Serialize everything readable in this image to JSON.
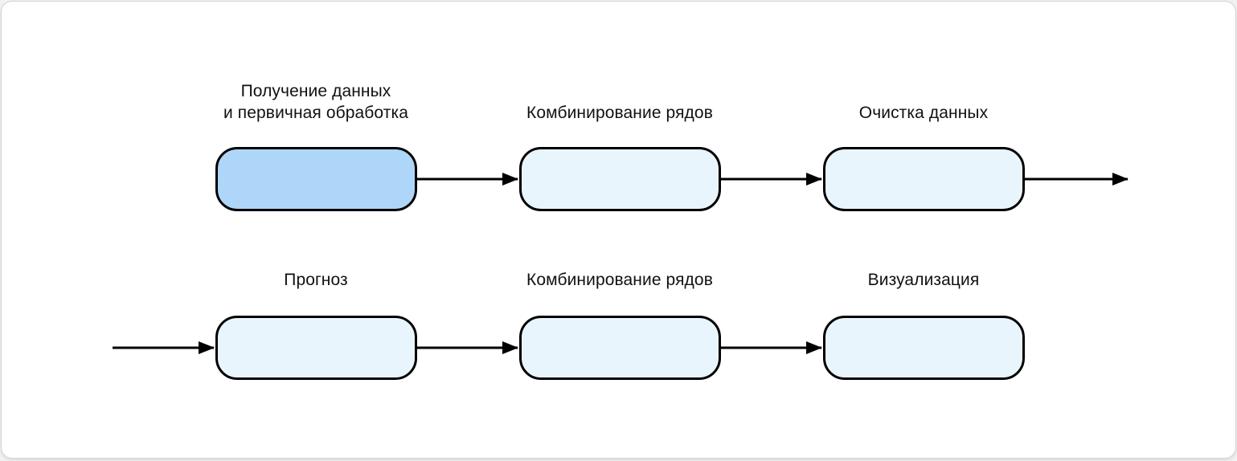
{
  "window": {
    "background": "#f2f2f2",
    "card_background": "#ffffff"
  },
  "diagram": {
    "colors": {
      "node_stroke": "#000000",
      "node_fill_highlight": "#aed6f8",
      "node_fill_default": "#e9f5fc",
      "arrow": "#000000",
      "label_text": "#111111"
    },
    "rows": [
      {
        "leading_arrow": false,
        "trailing_arrow": true,
        "nodes": [
          {
            "label": "Получение данных\nи первичная обработка",
            "highlighted": true
          },
          {
            "label": "Комбинирование рядов",
            "highlighted": false
          },
          {
            "label": "Очистка данных",
            "highlighted": false
          }
        ]
      },
      {
        "leading_arrow": true,
        "trailing_arrow": false,
        "nodes": [
          {
            "label": "Прогноз",
            "highlighted": false
          },
          {
            "label": "Комбинирование рядов",
            "highlighted": false
          },
          {
            "label": "Визуализация",
            "highlighted": false
          }
        ]
      }
    ]
  }
}
